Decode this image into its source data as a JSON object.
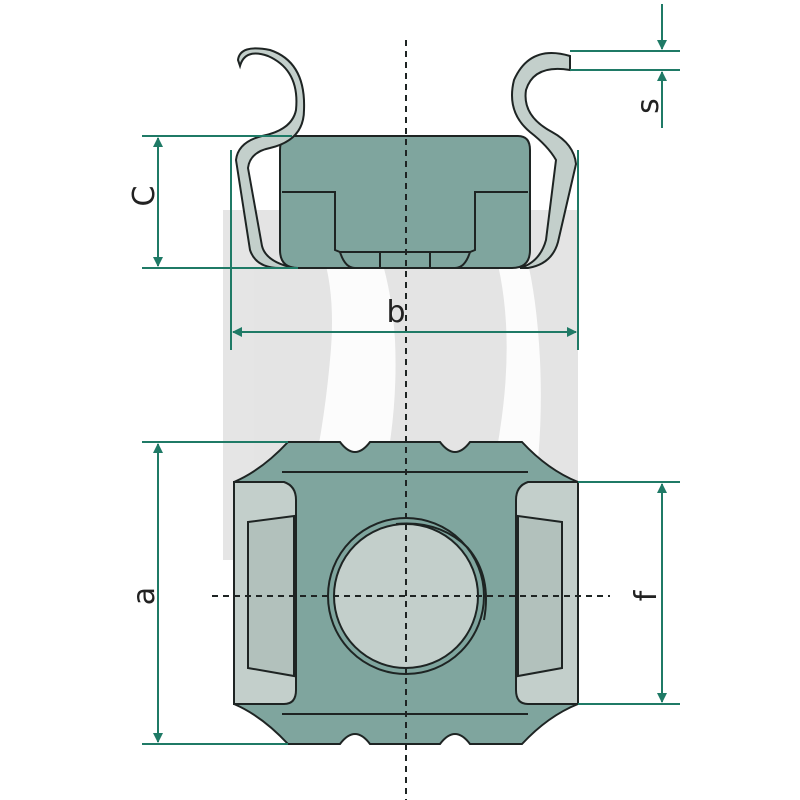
{
  "colors": {
    "part_fill": "#7fa59e",
    "part_fill_dark": "#6f968f",
    "clip_fill": "#c3cfcb",
    "outline": "#1e2423",
    "dimension_line": "#1f7a66",
    "watermark": "#d8d8d8",
    "centerline": "#1e2423"
  },
  "dimensions": {
    "s": "s",
    "c": "C",
    "b": "b",
    "a": "a",
    "f": "f"
  },
  "icons": [
    "double-arrow-dimension",
    "single-arrow-dimension"
  ]
}
